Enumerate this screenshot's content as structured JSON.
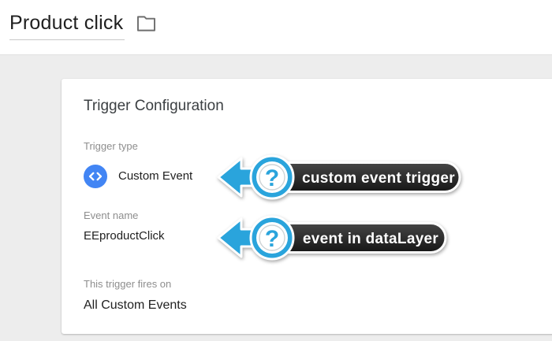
{
  "header": {
    "title": "Product click"
  },
  "trigger_card": {
    "title": "Trigger Configuration",
    "trigger_type": {
      "label": "Trigger type",
      "value": "Custom Event"
    },
    "event_name": {
      "label": "Event name",
      "value": "EEproductClick"
    },
    "fires_on": {
      "label": "This trigger fires on",
      "value": "All Custom Events"
    }
  },
  "annotations": [
    {
      "badge": "?",
      "label": "custom event trigger"
    },
    {
      "badge": "?",
      "label": "event in dataLayer"
    }
  ],
  "icons": {
    "folder": "folder-icon",
    "trigger_type": "code-brackets-icon",
    "annotation_badge": "question-mark-icon",
    "annotation_pointer": "arrow-left-icon"
  },
  "colors": {
    "gtm_blue": "#4285f4",
    "callout_blue": "#2aa4dc",
    "callout_pill_dark": "#222222",
    "page_background": "#ededed",
    "card_background": "#ffffff"
  }
}
